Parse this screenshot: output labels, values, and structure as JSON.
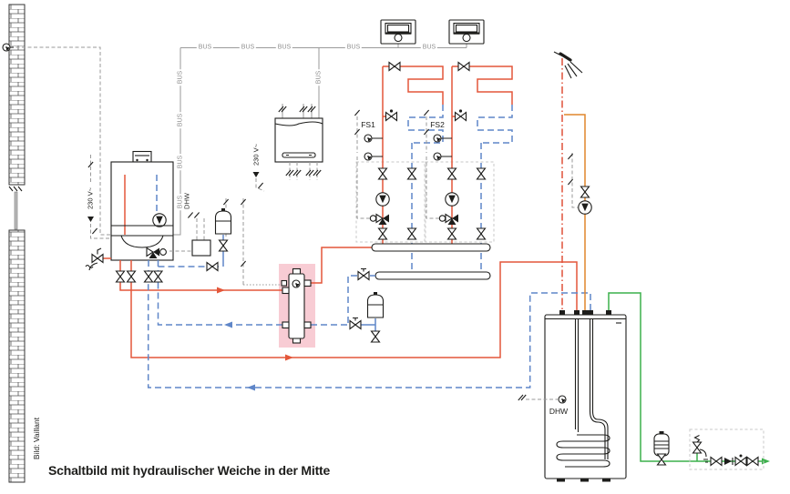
{
  "caption": {
    "text": "Schaltbild mit hydraulischer Weiche in der Mitte",
    "credit": "Bild: Vaillant"
  },
  "labels": {
    "bus": "BUS",
    "voltage": "230 V~",
    "dhw": "DHW",
    "fs1": "FS1",
    "fs2": "FS2"
  },
  "colors": {
    "heating_flow": "#e4573a",
    "heating_return": "#5f86c8",
    "dhw_hot": "#e0862c",
    "dhw_circulation": "#df5038",
    "cold_water": "#3cb04c",
    "bus_line": "#9a9a9a",
    "separator_highlight": "#f8ccd4",
    "outline": "#1d1d1b"
  }
}
